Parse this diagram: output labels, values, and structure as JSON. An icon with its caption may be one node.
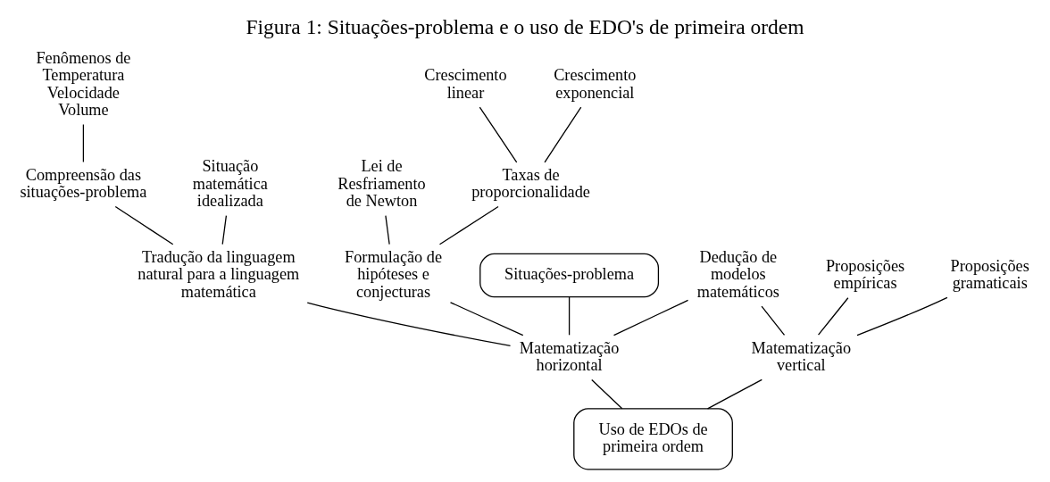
{
  "diagram": {
    "title": "Figura 1: Situações-problema e o uso de EDO's de primeira ordem",
    "nodes": [
      {
        "text": [
          "Fenômenos de Temperatura Velocidade Volume"
        ]
      },
      {
        "text": [
          "Compreensão das situações-problema"
        ]
      },
      {
        "text": [
          "Situação matemática idealizada"
        ]
      },
      {
        "text": [
          "Tradução da linguagem natural para a linguagem matemática"
        ]
      },
      {
        "text": [
          "Crescimento linear"
        ]
      },
      {
        "text": [
          "Crescimento exponencial"
        ]
      },
      {
        "text": [
          "Lei de Resfriamento de Newton"
        ]
      },
      {
        "text": [
          "Taxas de proporcionalidade"
        ]
      },
      {
        "text": [
          "Formulação de hipóteses e conjecturas"
        ]
      },
      {
        "text": [
          "Proposições empíricas"
        ]
      },
      {
        "text": [
          "Proposições gramaticais"
        ]
      },
      {
        "text": [
          "Dedução de modelos matemáticos"
        ]
      },
      {
        "text": [
          "Matematização vertical"
        ]
      },
      {
        "text": [
          "Situações-problema"
        ]
      },
      {
        "text": [
          "Matematização horizontal"
        ]
      },
      {
        "text": [
          "Uso de EDOs de primeira ordem"
        ]
      }
    ],
    "edges": [
      {
        "from": 0,
        "to": 1,
        "arrow": "none"
      },
      {
        "from": 1,
        "to": 3,
        "arrow": "none"
      },
      {
        "from": 2,
        "to": 3,
        "arrow": "none"
      },
      {
        "from": 4,
        "to": 7,
        "arrow": "none"
      },
      {
        "from": 5,
        "to": 7,
        "arrow": "none"
      },
      {
        "from": 6,
        "to": 8,
        "arrow": "none"
      },
      {
        "from": 7,
        "to": 8,
        "arrow": "none"
      },
      {
        "from": 9,
        "to": 12,
        "arrow": "none"
      },
      {
        "from": 10,
        "to": 12,
        "arrow": "none"
      },
      {
        "from": 11,
        "to": 12,
        "arrow": "none"
      },
      {
        "from": 12,
        "to": 15,
        "arrow": "none"
      },
      {
        "from": 3,
        "to": 14,
        "arrow": "none"
      },
      {
        "from": 8,
        "to": 14,
        "arrow": "none"
      },
      {
        "from": 11,
        "to": 14,
        "arrow": "none"
      },
      {
        "from": 13,
        "to": 14,
        "arrow": "none"
      },
      {
        "from": 14,
        "to": 15,
        "arrow": "none"
      }
    ]
  }
}
